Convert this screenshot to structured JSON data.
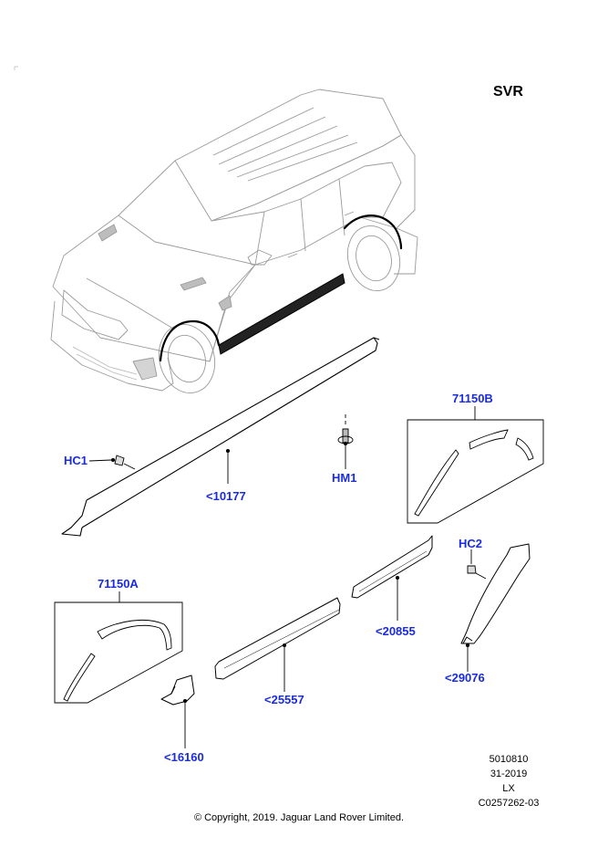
{
  "diagram": {
    "variant_label": "SVR",
    "subject": "Range Rover Sport - side sill mouldings and wheel arch mouldings (exploded view)",
    "colors": {
      "callout_text": "#1a2be0",
      "line_art": "#000000",
      "vehicle_outline": "#9a9a9a",
      "background": "#ffffff"
    },
    "callouts": [
      {
        "id": "HC1",
        "label": "HC1",
        "part": "clip"
      },
      {
        "id": "10177",
        "label": "<10177",
        "part": "sill moulding"
      },
      {
        "id": "HM1",
        "label": "HM1",
        "part": "push-pin fastener"
      },
      {
        "id": "71150B",
        "label": "71150B",
        "part": "rear wheel arch moulding kit"
      },
      {
        "id": "HC2",
        "label": "HC2",
        "part": "clip"
      },
      {
        "id": "71150A",
        "label": "71150A",
        "part": "front wheel arch moulding kit"
      },
      {
        "id": "20855",
        "label": "<20855",
        "part": "rear door lower moulding"
      },
      {
        "id": "25557",
        "label": "<25557",
        "part": "front door lower moulding"
      },
      {
        "id": "29076",
        "label": "<29076",
        "part": "rear arch extension"
      },
      {
        "id": "16160",
        "label": "<16160",
        "part": "front fender lower bracket"
      }
    ],
    "reference": {
      "code": "5010810",
      "date": "31-2019",
      "region": "LX",
      "illustration_id": "C0257262-03"
    },
    "copyright": "© Copyright, 2019. Jaguar Land Rover Limited."
  }
}
